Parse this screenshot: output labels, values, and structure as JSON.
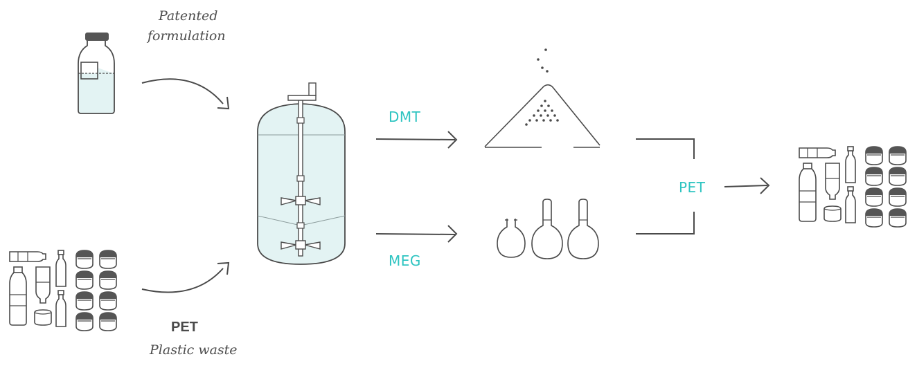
{
  "labels": {
    "patented_line1": "Patented",
    "patented_line2": "formulation",
    "pet_input": "PET",
    "plastic_waste": "Plastic waste",
    "dmt": "DMT",
    "meg": "MEG",
    "pet_output": "PET"
  },
  "colors": {
    "ink": "#4a4a4a",
    "teal_text": "#2ec4c1",
    "liquid": "#e3f3f3",
    "dark_cap": "#555555"
  },
  "icons": {
    "bottle": "formulation-bottle-icon",
    "reactor": "reactor-tank-icon",
    "powder": "dmt-powder-pile-icon",
    "flasks": "meg-flasks-icon",
    "waste": "plastic-waste-icon",
    "products": "recycled-products-icon"
  }
}
